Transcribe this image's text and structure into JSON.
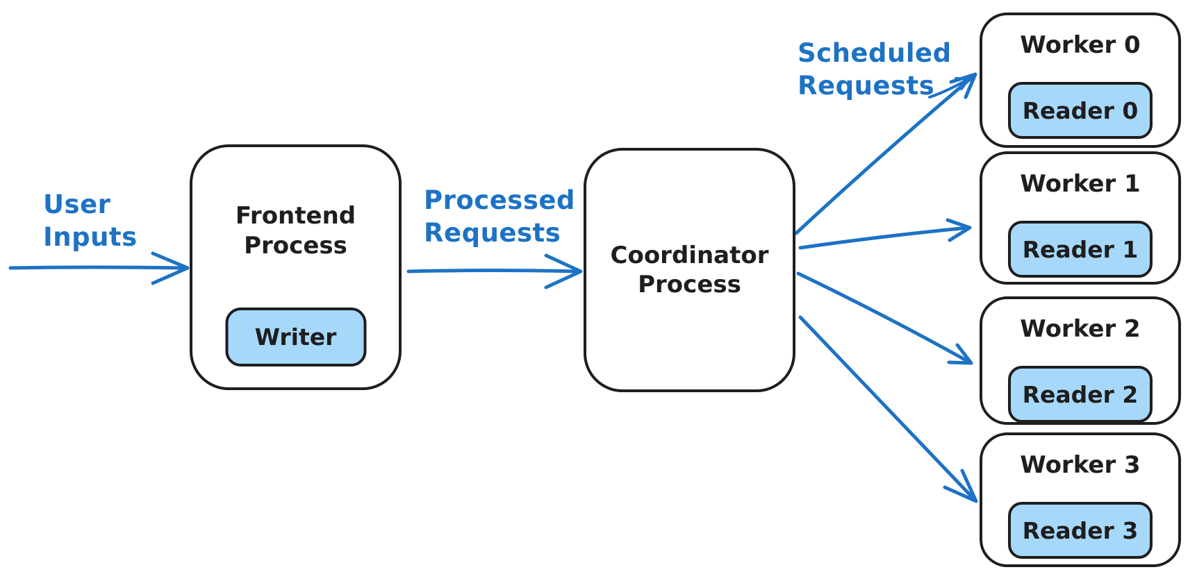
{
  "colors": {
    "blue": "#1d72c4",
    "ink": "#1e1e1e",
    "light_blue": "#a6d8fa",
    "white": "#ffffff"
  },
  "labels": {
    "user_inputs": "User\nInputs",
    "processed_requests": "Processed\nRequests",
    "scheduled_requests": "Scheduled\nRequests"
  },
  "nodes": {
    "frontend": {
      "label": "Frontend\nProcess",
      "child": "Writer"
    },
    "coordinator": {
      "label": "Coordinator\nProcess"
    }
  },
  "workers": [
    {
      "label": "Worker 0",
      "reader": "Reader 0"
    },
    {
      "label": "Worker 1",
      "reader": "Reader 1"
    },
    {
      "label": "Worker 2",
      "reader": "Reader 2"
    },
    {
      "label": "Worker 3",
      "reader": "Reader 3"
    }
  ]
}
